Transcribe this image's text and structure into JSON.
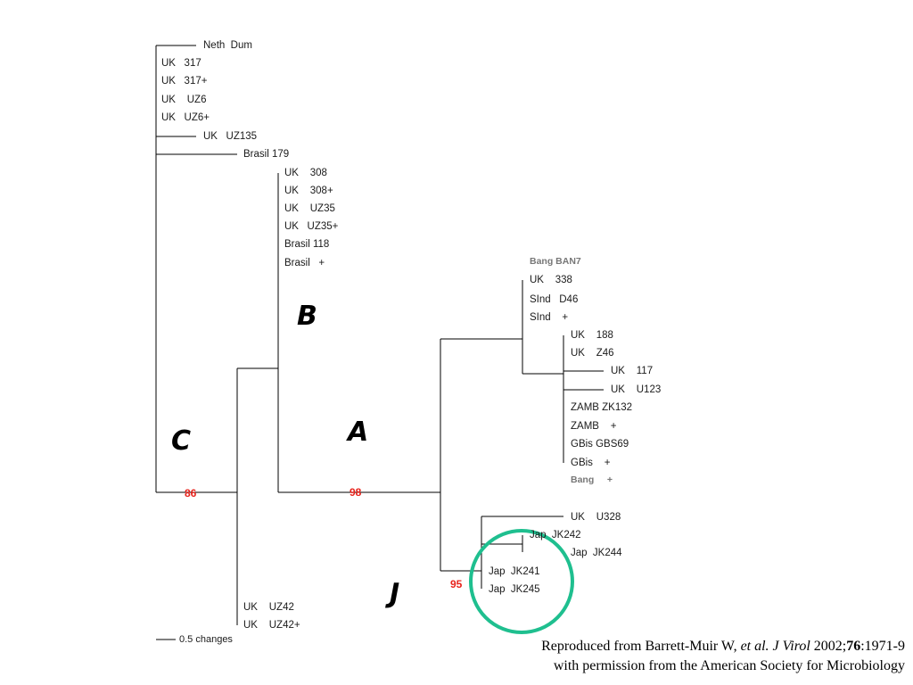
{
  "tree": {
    "colors": {
      "line": "#000000",
      "bootstrap": "#e8231c",
      "highlight": "#1fbf8f",
      "muted_label": "#777777"
    },
    "leaves": {
      "neth_dum": "Neth  Dum",
      "uk_317": "UK   317",
      "uk_317p": "UK   317+",
      "uk_uz6": "UK    UZ6",
      "uk_uz6p": "UK   UZ6+",
      "uk_uz135": "UK   UZ135",
      "brasil_179": "Brasil 179",
      "uk_308": "UK    308",
      "uk_308p": "UK    308+",
      "uk_uz35": "UK    UZ35",
      "uk_uz35p": "UK   UZ35+",
      "brasil_118": "Brasil 118",
      "brasil_plus": "Brasil   +",
      "bang_ban7": "Bang BAN7",
      "uk_338": "UK    338",
      "sind_d46": "SInd   D46",
      "sind_plus": "SInd    +",
      "uk_188": "UK    188",
      "uk_z46": "UK    Z46",
      "uk_117": "UK    117",
      "uk_u123": "UK    U123",
      "zamb_zk132": "ZAMB ZK132",
      "zamb_plus": "ZAMB    +",
      "gbis_gbs69": "GBis GBS69",
      "gbis_plus": "GBis    +",
      "bang_plus": "Bang     +",
      "uk_u328": "UK    U328",
      "jap_jk242": "Jap  JK242",
      "jap_jk244": "Jap  JK244",
      "jap_jk241": "Jap  JK241",
      "jap_jk245": "Jap  JK245",
      "uk_uz42": "UK    UZ42",
      "uk_uz42p": "UK    UZ42+"
    },
    "bootstrap": {
      "c": "86",
      "a": "98",
      "j": "95"
    },
    "clades": {
      "b": "B",
      "c": "C",
      "a": "A",
      "j": "J"
    },
    "scale_label": "0.5 changes"
  },
  "citation": {
    "line1_pre": "Reproduced from Barrett-Muir W, ",
    "line1_italic": "et al. J Virol",
    "line1_year": " 2002;",
    "line1_volume": "76",
    "line1_pages": ":1971-9",
    "line2": "with permission from the American Society for Microbiology"
  }
}
